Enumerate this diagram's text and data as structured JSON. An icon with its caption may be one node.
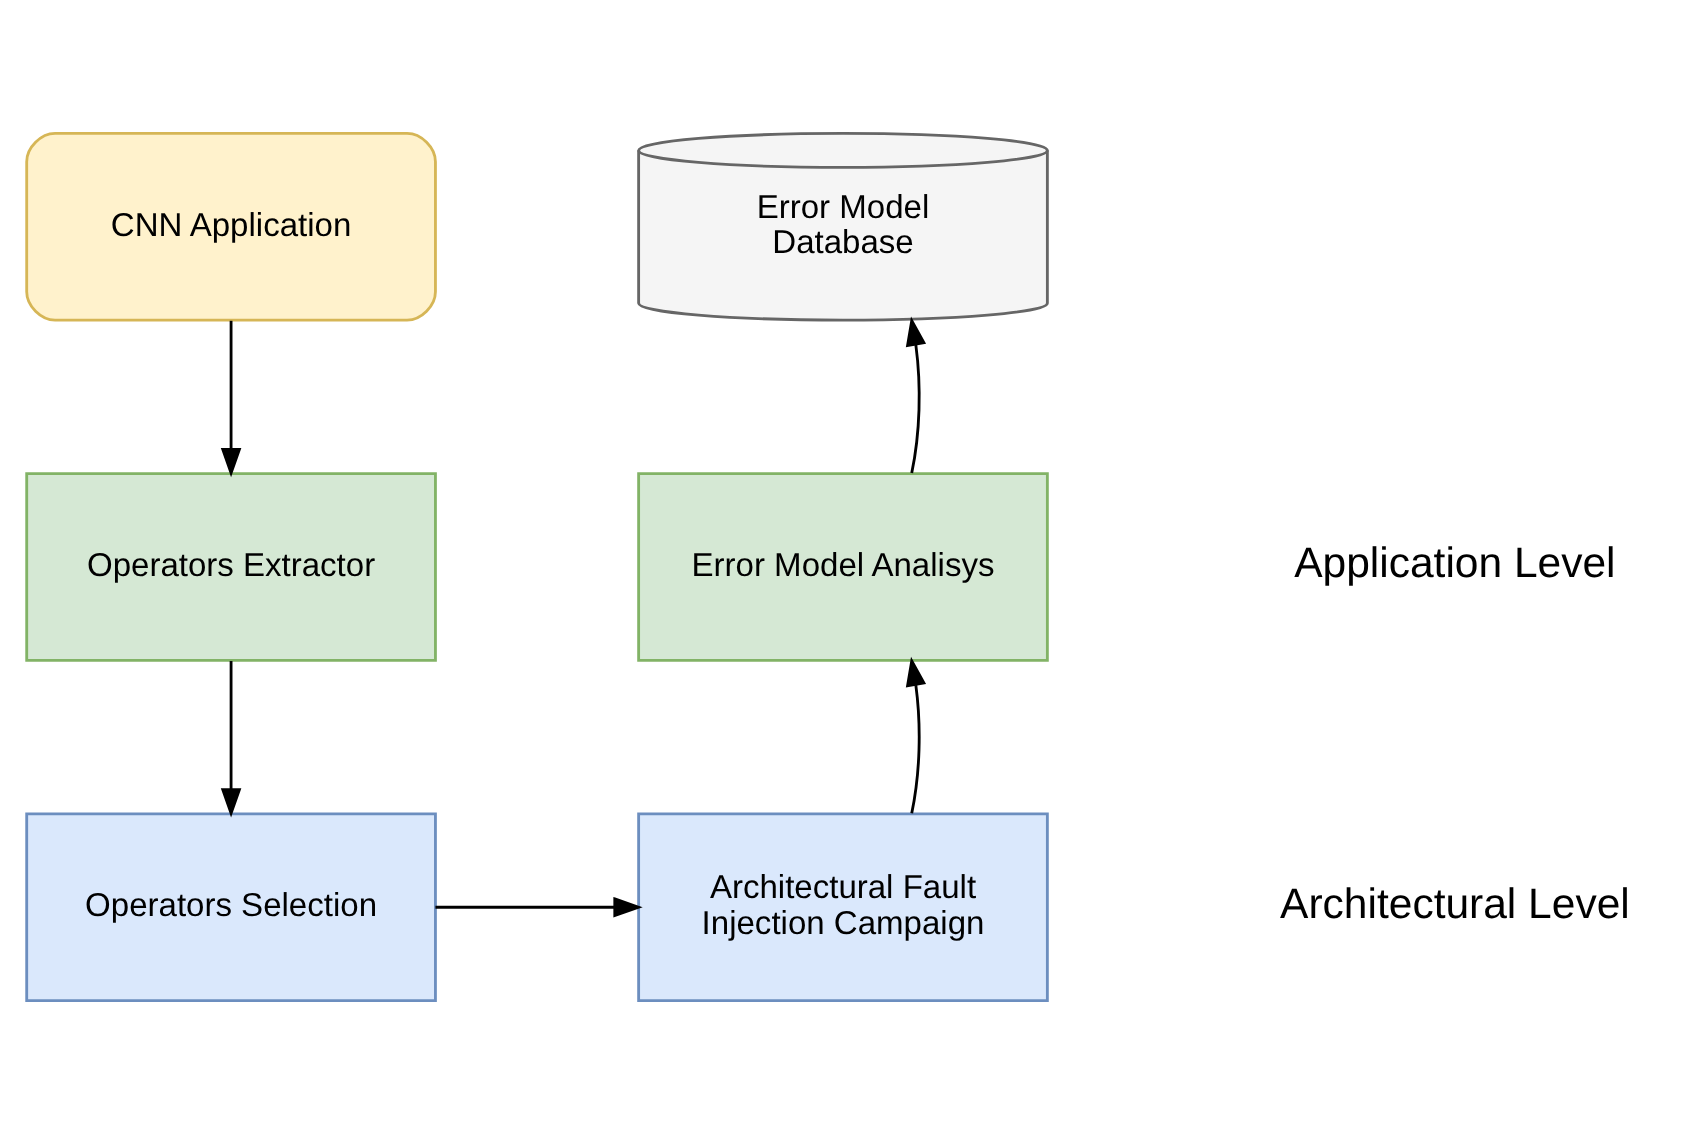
{
  "diagram": {
    "nodes": [
      {
        "text": [
          "CNN Application"
        ]
      },
      {
        "text": [
          "Operators Extractor"
        ]
      },
      {
        "text": [
          "Operators Selection"
        ]
      },
      {
        "text": [
          "Architectural Fault Injection Campaign"
        ]
      },
      {
        "text": [
          "Error Model Analisys"
        ]
      },
      {
        "text": [
          "Error Model Database"
        ]
      }
    ],
    "edges": [
      {
        "from": 0,
        "to": 1,
        "arrow": "to"
      },
      {
        "from": 1,
        "to": 2,
        "arrow": "to"
      },
      {
        "from": 2,
        "to": 3,
        "arrow": "to"
      },
      {
        "from": 3,
        "to": 4,
        "arrow": "to"
      },
      {
        "from": 4,
        "to": 5,
        "arrow": "to"
      }
    ],
    "labels": [
      "Application Level",
      "Architectural Level"
    ]
  }
}
